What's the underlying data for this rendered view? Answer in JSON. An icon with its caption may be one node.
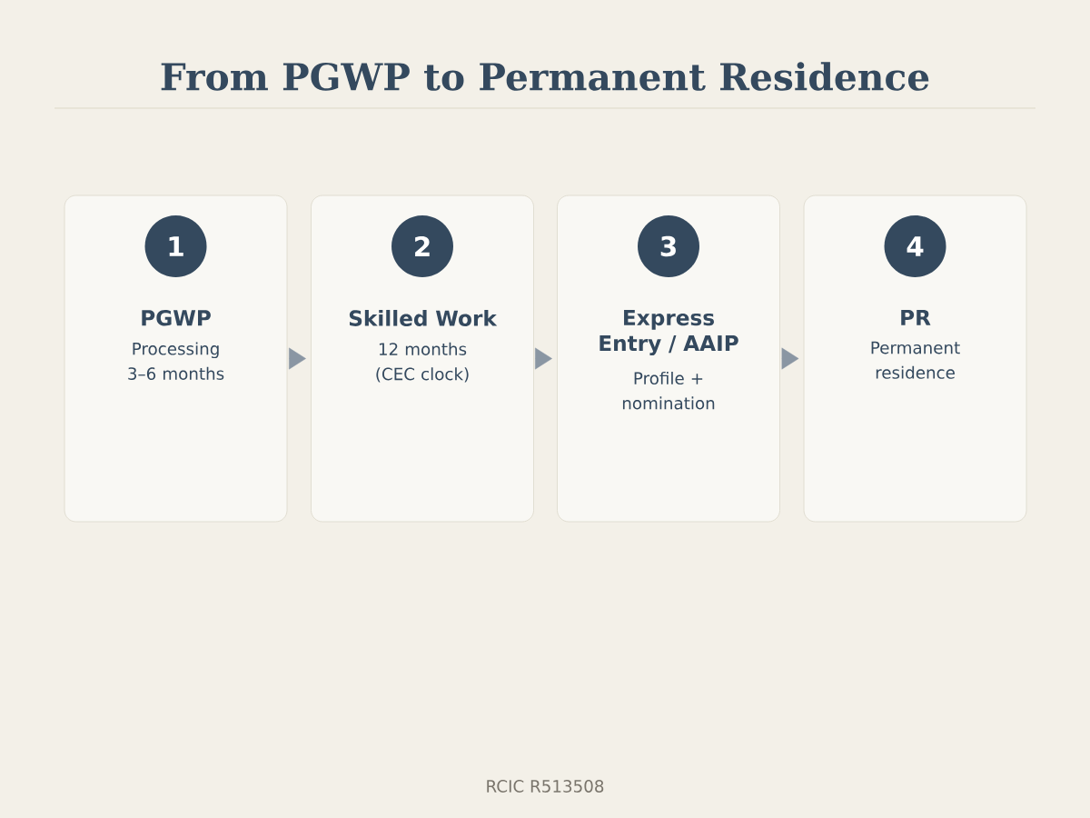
{
  "diagram": {
    "title": "From PGWP to Permanent Residence",
    "nodes": [
      {
        "text": [
          "PGWP",
          "Processing 3–6 months"
        ]
      },
      {
        "text": [
          "1"
        ],
        "in": 0
      },
      {
        "text": [
          "Skilled Work",
          "12 months (CEC clock)"
        ]
      },
      {
        "text": [
          "2"
        ],
        "in": 2
      },
      {
        "text": [
          "Express Entry / AAIP",
          "Profile + nomination"
        ]
      },
      {
        "text": [
          "3"
        ],
        "in": 4
      },
      {
        "text": [
          "PR",
          "Permanent residence"
        ]
      },
      {
        "text": [
          "4"
        ],
        "in": 6
      }
    ],
    "edges": [
      {
        "from": 0,
        "to": 2,
        "arrow": "to"
      },
      {
        "from": 2,
        "to": 4,
        "arrow": "to"
      },
      {
        "from": 4,
        "to": 6,
        "arrow": "to"
      }
    ],
    "labels": [
      "RCIC R513508"
    ]
  }
}
